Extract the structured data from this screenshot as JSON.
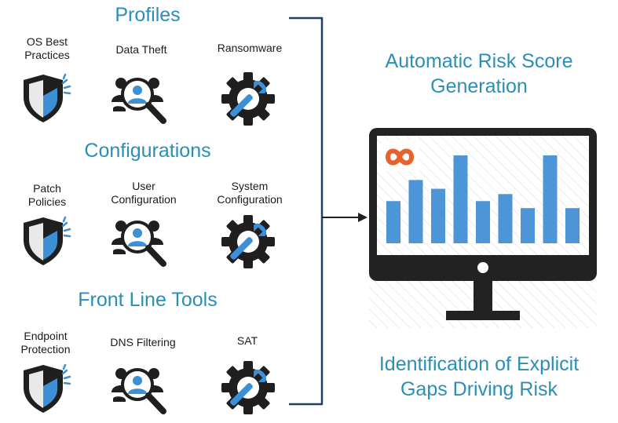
{
  "sections": [
    {
      "title": "Profiles",
      "items": [
        {
          "label": "OS Best\nPractices",
          "icon": "shield-icon"
        },
        {
          "label": "Data Theft",
          "icon": "user-search-icon"
        },
        {
          "label": "Ransomware",
          "icon": "gear-wrench-icon"
        }
      ]
    },
    {
      "title": "Configurations",
      "items": [
        {
          "label": "Patch\nPolicies",
          "icon": "shield-icon"
        },
        {
          "label": "User\nConfiguration",
          "icon": "user-search-icon"
        },
        {
          "label": "System\nConfiguration",
          "icon": "gear-wrench-icon"
        }
      ]
    },
    {
      "title": "Front Line Tools",
      "items": [
        {
          "label": "Endpoint\nProtection",
          "icon": "shield-icon"
        },
        {
          "label": "DNS Filtering",
          "icon": "user-search-icon"
        },
        {
          "label": "SAT",
          "icon": "gear-wrench-icon"
        }
      ]
    }
  ],
  "right": {
    "top_text": "Automatic Risk Score\nGeneration",
    "bottom_text": "Identification of Explicit\nGaps Driving Risk"
  },
  "monitor": {
    "logo_icon": "infinity-logo-icon",
    "bar_levels": [
      0.48,
      0.72,
      0.62,
      1.0,
      0.48,
      0.56,
      0.4,
      1.0,
      0.4
    ]
  },
  "colors": {
    "accent": "#2a8fb8",
    "icon_dark": "#1f1f1f",
    "icon_blue": "#3d8fd6",
    "bar_blue": "#4c96d7",
    "logo_orange": "#e8622c",
    "bracket": "#1f3f66"
  }
}
